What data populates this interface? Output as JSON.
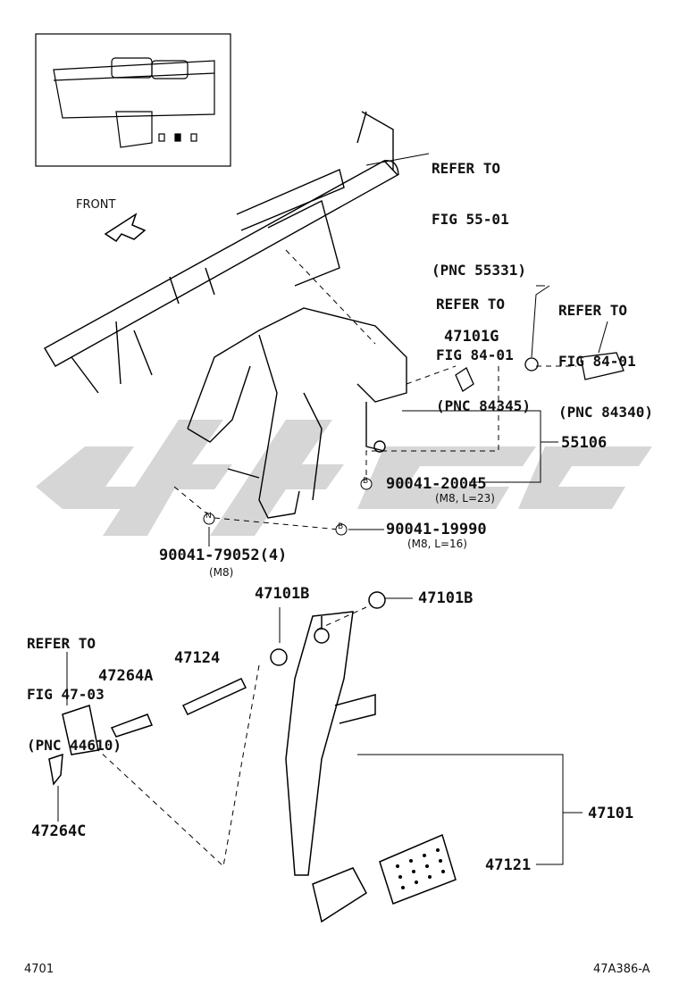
{
  "front_label": "FRONT",
  "refs": [
    {
      "lines": [
        "REFER TO",
        "FIG 55-01",
        "(PNC 55331)"
      ]
    },
    {
      "lines": [
        "REFER TO",
        "FIG 84-01",
        "(PNC 84345)"
      ]
    },
    {
      "lines": [
        "REFER TO",
        "FIG 84-01",
        "(PNC 84340)"
      ]
    },
    {
      "lines": [
        "REFER TO",
        "FIG 47-03",
        "(PNC 44610)"
      ]
    }
  ],
  "parts": {
    "p47101G": "47101G",
    "p55106": "55106",
    "p90041_20045": "90041-20045",
    "p90041_20045_spec": "(M8, L=23)",
    "p90041_19990": "90041-19990",
    "p90041_19990_spec": "(M8, L=16)",
    "p90041_79052": "90041-79052(4)",
    "p90041_79052_spec": "(M8)",
    "p47101B_left": "47101B",
    "p47101B_right": "47101B",
    "p47124": "47124",
    "p47264A": "47264A",
    "p47264C": "47264C",
    "p47101": "47101",
    "p47121": "47121"
  },
  "markers": {
    "b1": "B",
    "b2": "B",
    "n1": "N"
  },
  "footer": {
    "left": "4701",
    "right": "47A386-A"
  },
  "watermark_color": "#c8c8c8"
}
